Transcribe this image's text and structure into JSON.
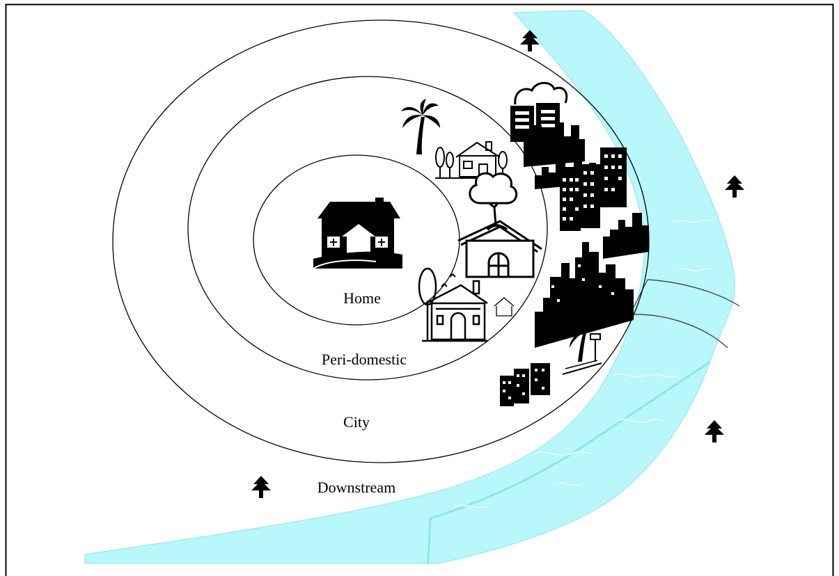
{
  "diagram": {
    "zones": [
      {
        "id": "home",
        "label": "Home"
      },
      {
        "id": "peri-domestic",
        "label": "Peri-domestic"
      },
      {
        "id": "city",
        "label": "City"
      },
      {
        "id": "downstream",
        "label": "Downstream"
      }
    ],
    "colors": {
      "river": "#b8f7fa",
      "river_edge": "#8ce6ee",
      "ink": "#000000",
      "border": "#000000"
    },
    "icons": [
      "house-icon",
      "palm-tree-icon",
      "cottage-icon",
      "tree-house-icon",
      "school-house-icon",
      "factory-icon",
      "city-skyline-icon",
      "tree-icon",
      "beach-icon"
    ]
  }
}
